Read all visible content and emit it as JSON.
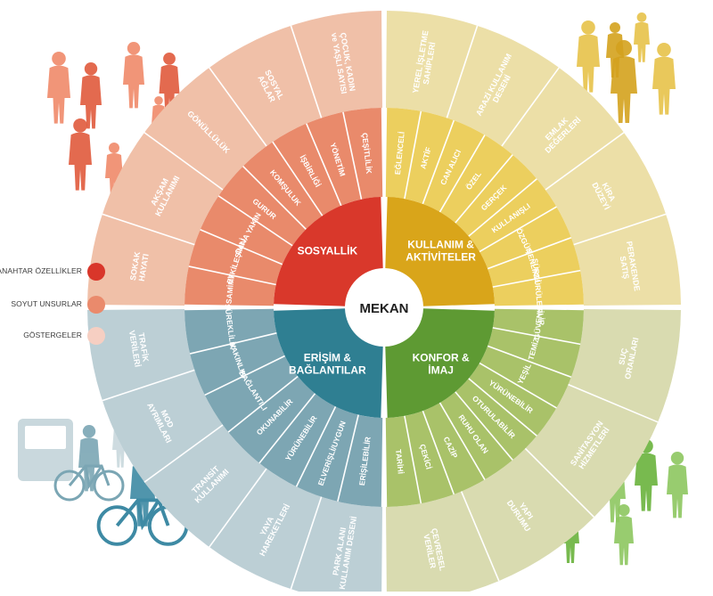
{
  "center": {
    "label": "MEKAN"
  },
  "legend": [
    {
      "label": "ANAHTAR ÖZELLİKLER",
      "color": "#d9362a"
    },
    {
      "label": "SOYUT UNSURLAR",
      "color": "#ea8a6c"
    },
    {
      "label": "GÖSTERGELER",
      "color": "#f6cfc2"
    }
  ],
  "quadrants": [
    {
      "key": "sosyallik",
      "title": [
        "SOSYALLİK"
      ],
      "colors": {
        "core": "#d9382b",
        "mid": "#e98a6b",
        "outer": "#f0c0a8",
        "figure": "#e8603a"
      },
      "intangibles": [
        "SAMİMİ",
        "ETKİLEŞİMLİ",
        "CANA YAKIN",
        "GURUR",
        "KOMŞULUK",
        "İŞBİRLİĞİ",
        "YÖNETİM",
        "ÇEŞİTLİLİK"
      ],
      "indicators": [
        [
          "SOKAK",
          "HAYATI"
        ],
        [
          "AKŞAM",
          "KULLANIMI"
        ],
        [
          "GÖNÜLLÜLÜK"
        ],
        [
          "SOSYAL",
          "AĞLAR"
        ],
        [
          "ÇOCUK, KADIN",
          "ve YAŞLI SAYISI"
        ]
      ]
    },
    {
      "key": "kullanim",
      "title": [
        "KULLANIM &",
        "AKTİVİTELER"
      ],
      "colors": {
        "core": "#d9a51a",
        "mid": "#eccf5e",
        "outer": "#ecdfa7",
        "figure": "#c9a21a"
      },
      "intangibles": [
        "EĞLENCELİ",
        "AKTİF",
        "CAN ALICI",
        "ÖZEL",
        "GERÇEK",
        "KULLANIŞLI",
        "ÖZGÜN",
        "ŞENLİKLİ",
        "SÜRDÜRÜLEBİLİR"
      ],
      "indicators": [
        [
          "YEREL İŞLETME",
          "SAHİPLERİ"
        ],
        [
          "ARAZİ KULLANIM",
          "DESENİ"
        ],
        [
          "EMLAK",
          "DEĞERLERİ"
        ],
        [
          "KİRA",
          "DÜZEYİ"
        ],
        [
          "PERAKENDE",
          "SATIŞ"
        ]
      ]
    },
    {
      "key": "konfor",
      "title": [
        "KONFOR &",
        "İMAJ"
      ],
      "colors": {
        "core": "#5e9a33",
        "mid": "#a9c269",
        "outer": "#d9dbb0",
        "figure": "#6ab33c"
      },
      "intangibles": [
        "GÜVENLİ",
        "TEMİZ",
        "YEŞİL",
        "YÜRÜNEBİLİR",
        "OTURULABİLİR",
        "RUHU OLAN",
        "CAZİP",
        "ÇEKİCİ",
        "TARİHİ"
      ],
      "indicators": [
        [
          "SUÇ",
          "ORANLARI"
        ],
        [
          "SANİTASYON",
          "HİZMETLERİ"
        ],
        [
          "YAPI",
          "DURUMU"
        ],
        [
          "ÇEVRESEL",
          "VERİLER"
        ]
      ]
    },
    {
      "key": "erisim",
      "title": [
        "ERİŞİM &",
        "BAĞLANTILAR"
      ],
      "colors": {
        "core": "#2f7f92",
        "mid": "#7da6b3",
        "outer": "#bccfd5",
        "figure": "#3e8aa4"
      },
      "intangibles": [
        "ERİŞİLEBİLİR",
        "ELVERİŞLİ/UYGUN",
        "YÜRÜNEBİLİR",
        "OKUNABİLİR",
        "BAĞLANTILI",
        "YAKINLIK",
        "SÜREKLİLİK"
      ],
      "indicators": [
        [
          "PARK ALANI",
          "KULLANIM DESENİ"
        ],
        [
          "YAYA",
          "HAREKETLERİ"
        ],
        [
          "TRANSİT",
          "KULLANIMI"
        ],
        [
          "MOD",
          "AYRIMLARI"
        ],
        [
          "TRAFİK",
          "VERİLERİ"
        ]
      ]
    }
  ]
}
